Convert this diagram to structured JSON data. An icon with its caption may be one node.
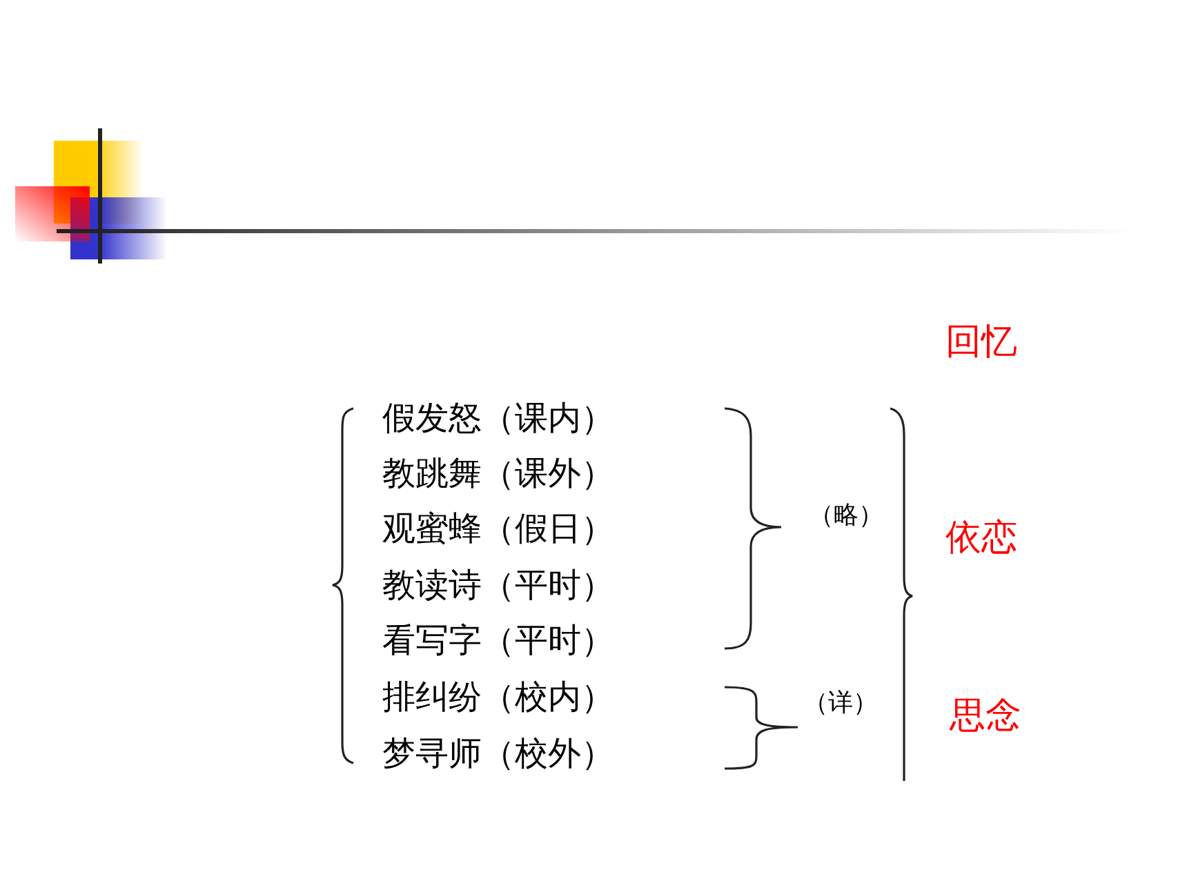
{
  "diagram": {
    "labels": [
      "回忆",
      "假发怒（课内）",
      "教跳舞（课外）",
      "观蜜蜂（假日）",
      "（略）",
      "依恋",
      "教读诗（平时）",
      "看写字（平时）",
      "排纠纷（校内）",
      "（详）",
      "思念",
      "梦寻师（校外）"
    ]
  }
}
